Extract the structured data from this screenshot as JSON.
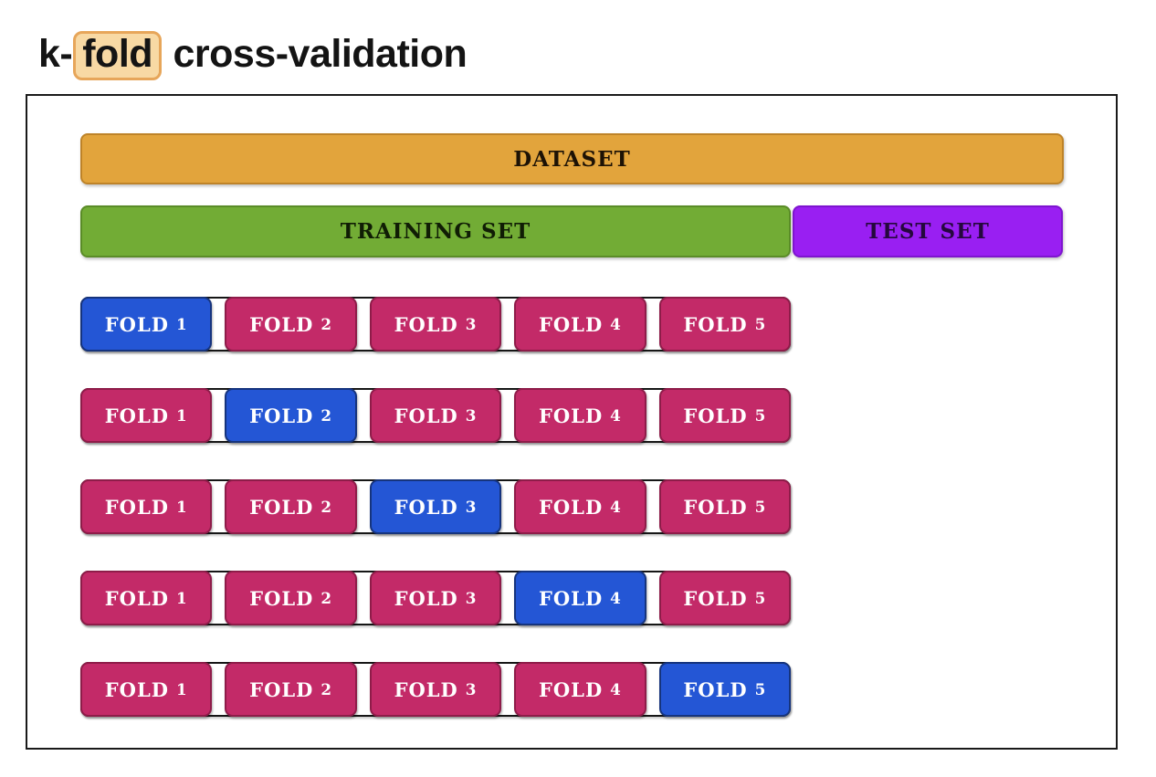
{
  "title": {
    "prefix": "k-",
    "highlighted": "fold",
    "suffix": " cross-validation"
  },
  "bars": {
    "dataset_label": "DATASET",
    "training_label": "TRAINING SET",
    "test_label": "TEST SET"
  },
  "folds": {
    "label_word": "FOLD",
    "numbers": [
      "1",
      "2",
      "3",
      "4",
      "5"
    ],
    "rows": [
      {
        "iteration": 1,
        "validation_fold": 1
      },
      {
        "iteration": 2,
        "validation_fold": 2
      },
      {
        "iteration": 3,
        "validation_fold": 3
      },
      {
        "iteration": 4,
        "validation_fold": 4
      },
      {
        "iteration": 5,
        "validation_fold": 5
      }
    ]
  },
  "colors": {
    "dataset_bar": "#E2A43C",
    "training_bar": "#72AC35",
    "test_bar": "#991FF2",
    "fold_training": "#C32A68",
    "fold_validation": "#2456D5",
    "title_highlight": "#F8D9A4",
    "title_highlight_border": "#E7A65A"
  }
}
